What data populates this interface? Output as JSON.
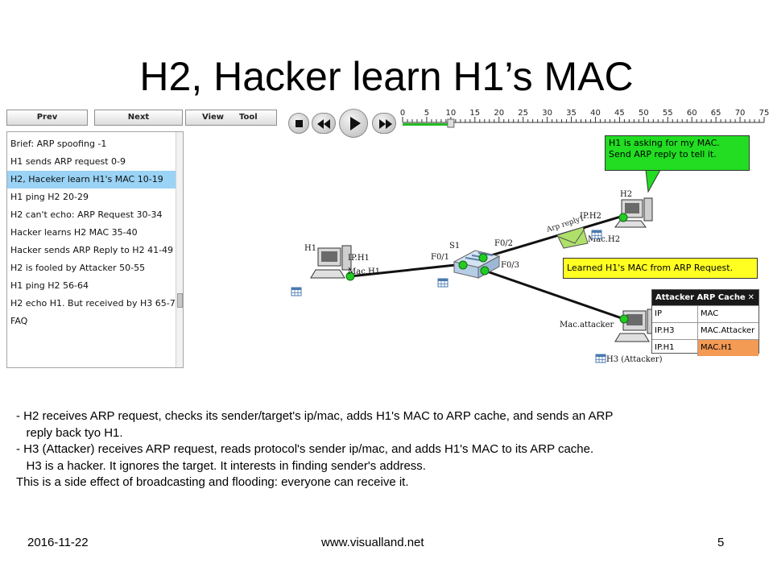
{
  "title": "H2, Hacker learn H1’s MAC",
  "toolbar": {
    "prev": "Prev",
    "next": "Next",
    "view": "View",
    "tool": "Tool"
  },
  "list": {
    "items": [
      "Brief: ARP spoofing -1",
      "H1 sends ARP request 0-9",
      "H2, Haceker learn H1's MAC 10-19",
      "H1 ping H2 20-29",
      "H2 can't echo: ARP Request 30-34",
      "Hacker learns H2 MAC 35-40",
      "Hacker sends ARP Reply to H2 41-49",
      "H2 is fooled by Attacker 50-55",
      "H1 ping H2 56-64",
      "H2 echo H1.  But received by H3 65-75",
      "FAQ"
    ],
    "selected_index": 2
  },
  "timeline": {
    "ticks": [
      "0",
      "5",
      "10",
      "15",
      "20",
      "25",
      "30",
      "35",
      "40",
      "45",
      "50",
      "55",
      "60",
      "65",
      "70",
      "75"
    ],
    "min": 0,
    "max": 75,
    "current": 10
  },
  "network": {
    "h1": "H1",
    "h1_ip": "IP.H1",
    "h1_mac": "Mac.H1",
    "h2": "H2",
    "h2_ip": "IP.H2",
    "h2_mac": "Mac.H2",
    "h3": "H3 (Attacker)",
    "h3_mac": "Mac.attacker",
    "switch": "S1",
    "f01": "F0/1",
    "f02": "F0/2",
    "f03": "F0/3",
    "packet": "Arp reply1"
  },
  "callouts": {
    "h2_line1": "H1 is asking for my MAC.",
    "h2_line2": "Send ARP reply to tell it.",
    "h3": "Learned H1's MAC from ARP Request."
  },
  "cache": {
    "title": "Attacker ARP Cache",
    "close": "✕",
    "header": [
      "IP",
      "MAC"
    ],
    "rows": [
      [
        "IP.H3",
        "MAC.Attacker"
      ],
      [
        "IP.H1",
        "MAC.H1"
      ]
    ]
  },
  "description": [
    "- H2 receives ARP request, checks its sender/target's ip/mac, adds H1's MAC to ARP cache, and sends an ARP",
    "   reply back tyo H1.",
    "- H3 (Attacker) receives ARP request, reads protocol's sender ip/mac, and adds H1's MAC to its ARP cache.",
    "   H3 is a hacker. It ignores the target. It interests in finding sender's address.",
    "This is a side effect of broadcasting and flooding: everyone can receive it."
  ],
  "footer": {
    "date": "2016-11-22",
    "site": "www.visualland.net",
    "page": "5"
  },
  "colors": {
    "selected": "#9ad3f5",
    "green_callout": "#22dd22",
    "yellow_callout": "#ffff22",
    "highlight": "#f39a55",
    "progress": "#22bb22"
  }
}
